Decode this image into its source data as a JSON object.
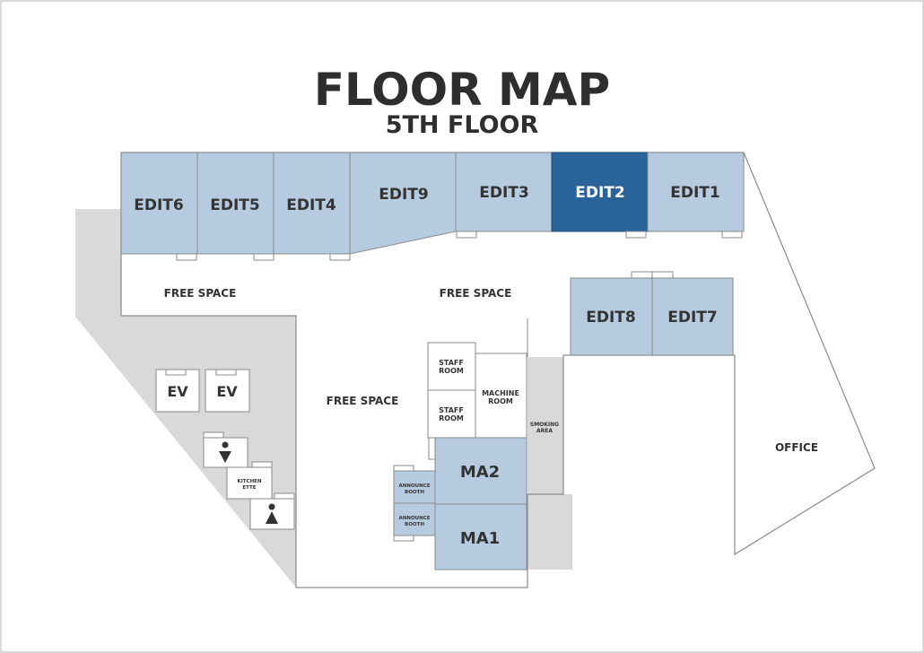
{
  "title": "FLOOR MAP",
  "subtitle": "5TH FLOOR",
  "colors": {
    "room": "#b6cbe0",
    "room_highlight": "#2a6399",
    "grey_area": "#d9d9d9",
    "outline": "#8a8a8a",
    "label": "#333333"
  },
  "rooms": {
    "edit1": "EDIT1",
    "edit2": "EDIT2",
    "edit3": "EDIT3",
    "edit4": "EDIT4",
    "edit5": "EDIT5",
    "edit6": "EDIT6",
    "edit7": "EDIT7",
    "edit8": "EDIT8",
    "edit9": "EDIT9",
    "ma1": "MA1",
    "ma2": "MA2",
    "ev_left": "EV",
    "ev_right": "EV",
    "staff_room_top": [
      "STAFF",
      "ROOM"
    ],
    "staff_room_bottom": [
      "STAFF",
      "ROOM"
    ],
    "machine_room": [
      "MACHINE",
      "ROOM"
    ],
    "announce_booth_top": [
      "ANNOUNCE",
      "BOOTH"
    ],
    "announce_booth_bottom": [
      "ANNOUNCE",
      "BOOTH"
    ],
    "kitchen": [
      "KITCHEN",
      "ETTE"
    ]
  },
  "areas": {
    "free_space_left": "FREE SPACE",
    "free_space_center": "FREE SPACE",
    "free_space_lower": "FREE SPACE",
    "office": "OFFICE",
    "smoking_area": [
      "SMOKING",
      "AREA"
    ]
  },
  "icons": {
    "restroom_men": "restroom-men-icon",
    "restroom_women": "restroom-women-icon"
  }
}
